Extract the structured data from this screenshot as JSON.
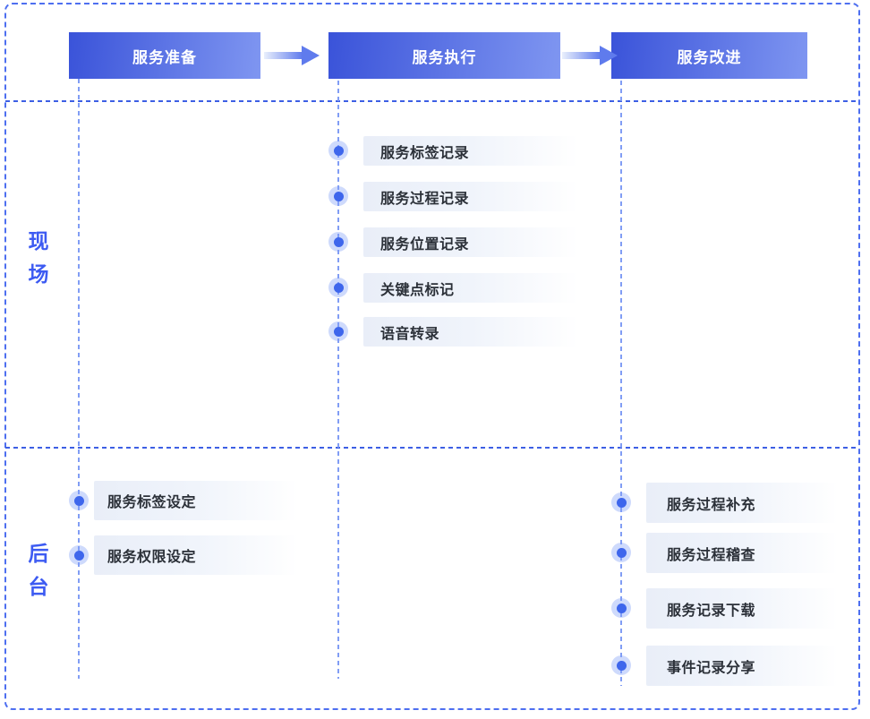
{
  "diagram": {
    "phases": [
      {
        "label": "服务准备"
      },
      {
        "label": "服务执行"
      },
      {
        "label": "服务改进"
      }
    ],
    "lanes": [
      {
        "label": "现场"
      },
      {
        "label": "后台"
      }
    ],
    "groups": {
      "onsite_execution": [
        "服务标签记录",
        "服务过程记录",
        "服务位置记录",
        "关键点标记",
        "语音转录"
      ],
      "backend_preparation": [
        "服务标签设定",
        "服务权限设定"
      ],
      "backend_improvement": [
        "服务过程补充",
        "服务过程稽查",
        "服务记录下载",
        "事件记录分享"
      ]
    },
    "colors": {
      "accent_blue": "#3E5FE6",
      "phase_gradient_start": "#3A53D9",
      "phase_gradient_end": "#7F96F1",
      "arrow_blue": "#5F7BED",
      "lane_label_blue": "#3D5BF2",
      "dot_blue": "#3E66EC",
      "item_text": "#2B3038",
      "item_bg": "#E9EEF8",
      "divider_blue": "#3D5FE4"
    }
  }
}
